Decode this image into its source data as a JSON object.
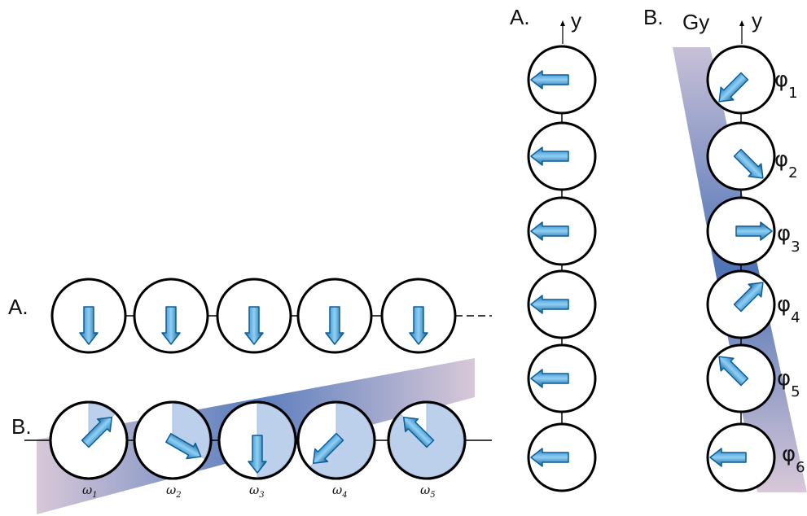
{
  "panels": {
    "h_a": {
      "label": "A."
    },
    "h_b": {
      "label": "B."
    },
    "v_a": {
      "label": "A.",
      "axis": "y"
    },
    "v_b": {
      "label": "B.",
      "gradient": "Gy",
      "axis": "y"
    }
  },
  "frequencies": [
    {
      "symbol": "ω",
      "index": "1"
    },
    {
      "symbol": "ω",
      "index": "2"
    },
    {
      "symbol": "ω",
      "index": "3"
    },
    {
      "symbol": "ω",
      "index": "4"
    },
    {
      "symbol": "ω",
      "index": "5"
    }
  ],
  "phases": [
    {
      "symbol": "φ",
      "index": "1"
    },
    {
      "symbol": "φ",
      "index": "2"
    },
    {
      "symbol": "φ",
      "index": "3"
    },
    {
      "symbol": "φ",
      "index": "4"
    },
    {
      "symbol": "φ",
      "index": "5"
    },
    {
      "symbol": "φ",
      "index": "6"
    }
  ],
  "spins": {
    "h_a_angles_deg": [
      180,
      180,
      180,
      180,
      180
    ],
    "h_b_angles_deg": [
      45,
      120,
      180,
      225,
      315
    ],
    "v_a_angles_deg": [
      270,
      270,
      270,
      270,
      270,
      270
    ],
    "v_b_angles_deg": [
      225,
      135,
      90,
      45,
      315,
      270
    ]
  },
  "colors": {
    "arrow_fill": "#2c93d6",
    "arrow_dark": "#0d5d96",
    "arrow_light": "#8fd0f5",
    "wedge": "#bcd0ec",
    "gradient_dark": "#5a7dbd",
    "gradient_light": "#d8c8d8",
    "stroke": "#000000"
  }
}
